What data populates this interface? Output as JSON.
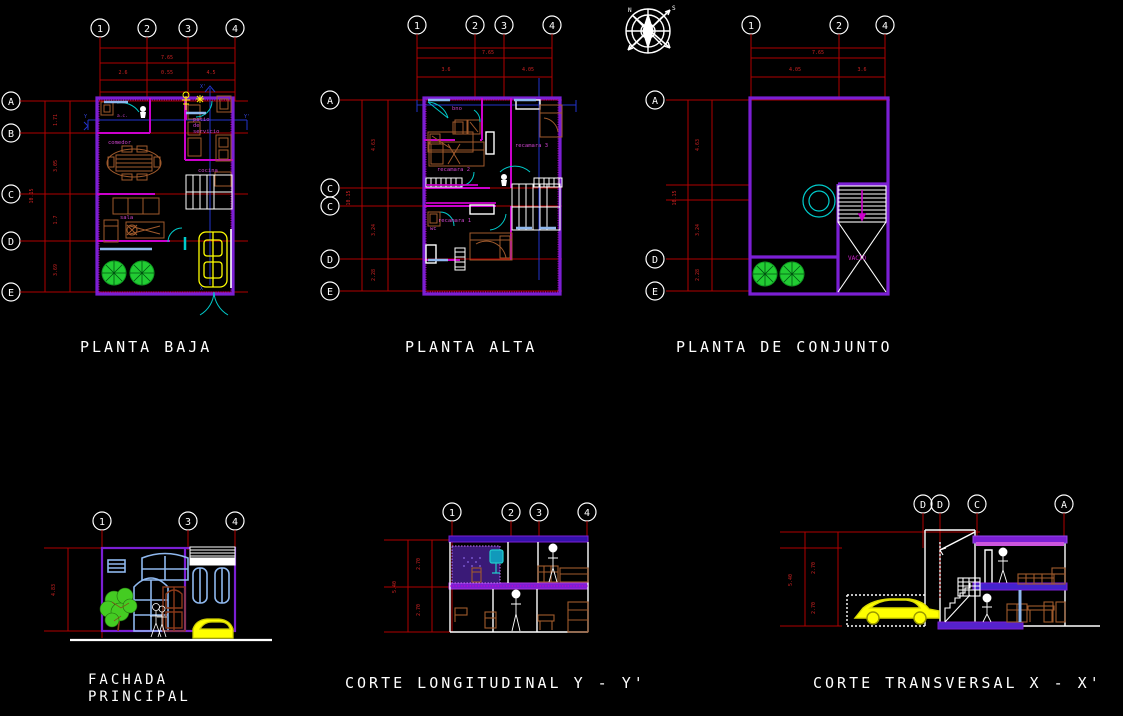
{
  "sheet": {
    "background_color": "#000000",
    "drawing_type": "architectural-cad-sheet",
    "software_look": "autocad-model-space"
  },
  "colors": {
    "background": "#000000",
    "grid_red": "#c00000",
    "dimension_red": "#aa0000",
    "wall_purple": "#7b1fd4",
    "wall_magenta": "#cc00cc",
    "furniture_brown": "#a05a2c",
    "white": "#ffffff",
    "window_blue": "#7aa8e8",
    "axis_blue": "#2222cc",
    "cyan": "#00cccc",
    "tree_green": "#00cc33",
    "car_yellow": "#ffff00",
    "magenta_text": "#ff00ff"
  },
  "north_arrow": {
    "name": "compass-rose",
    "label_n": "N",
    "label_s": "S"
  },
  "plans": [
    {
      "id": "planta-baja",
      "title": "PLANTA BAJA",
      "grid_top": [
        "1",
        "2",
        "3",
        "4"
      ],
      "grid_left": [
        "A",
        "B",
        "C",
        "D",
        "E"
      ],
      "dims_top_overall": "7.65",
      "dims_top": [
        "2.6",
        "0.55",
        "4.5"
      ],
      "dims_left_overall": "10.15",
      "dims_left": [
        "1.71",
        "3.05",
        "1.7",
        "3.69"
      ],
      "rooms": [
        "comedor",
        "cocina",
        "sala",
        "patio de servicio"
      ],
      "features": [
        "escalera",
        "auto",
        "arboles",
        "acceso"
      ]
    },
    {
      "id": "planta-alta",
      "title": "PLANTA ALTA",
      "grid_top": [
        "1",
        "2",
        "3",
        "4"
      ],
      "grid_left": [
        "A",
        "C",
        "C",
        "D",
        "E"
      ],
      "dims_top_overall": "7.65",
      "dims_top": [
        "3.6",
        "4.05"
      ],
      "dims_left_overall": "10.15",
      "dims_left": [
        "4.63",
        "3.24",
        "2.28"
      ],
      "rooms": [
        "recamara 1",
        "recamara 2",
        "recamara 3",
        "wc"
      ],
      "features": [
        "escalera",
        "closet",
        "bano"
      ]
    },
    {
      "id": "planta-de-conjunto",
      "title": "PLANTA DE CONJUNTO",
      "grid_top": [
        "1",
        "2",
        "4"
      ],
      "grid_left": [
        "A",
        "D",
        "E"
      ],
      "dims_top_overall": "7.65",
      "dims_top": [
        "4.05",
        "3.6"
      ],
      "dims_left_overall": "10.15",
      "dims_left": [
        "4.63",
        "3.24",
        "2.28"
      ],
      "annotations": [
        "VACIO"
      ],
      "features": [
        "tinaco",
        "azotea",
        "arboles",
        "escalera"
      ]
    }
  ],
  "elevations": [
    {
      "id": "fachada-principal",
      "title": "FACHADA\nPRINCIPAL",
      "title_line1": "FACHADA",
      "title_line2": "PRINCIPAL",
      "grid_top": [
        "1",
        "3",
        "4"
      ],
      "dims_left": [
        "4.83"
      ],
      "features": [
        "ventana",
        "puerta",
        "arbol",
        "personas",
        "auto",
        "celosia"
      ]
    },
    {
      "id": "corte-longitudinal",
      "title": "CORTE LONGITUDINAL Y - Y'",
      "grid_top": [
        "1",
        "2",
        "3",
        "4"
      ],
      "dims_left_overall": "5.40",
      "dims_left": [
        "2.70",
        "2.70"
      ],
      "features": [
        "losa",
        "mobiliario",
        "personas",
        "bano"
      ]
    },
    {
      "id": "corte-transversal",
      "title": "CORTE TRANSVERSAL X - X'",
      "grid_top": [
        "D",
        "D",
        "C",
        "A"
      ],
      "dims_left_overall": "5.40",
      "dims_left": [
        "2.70",
        "2.70"
      ],
      "features": [
        "cochera",
        "auto",
        "escalera",
        "losa",
        "personas"
      ]
    }
  ]
}
